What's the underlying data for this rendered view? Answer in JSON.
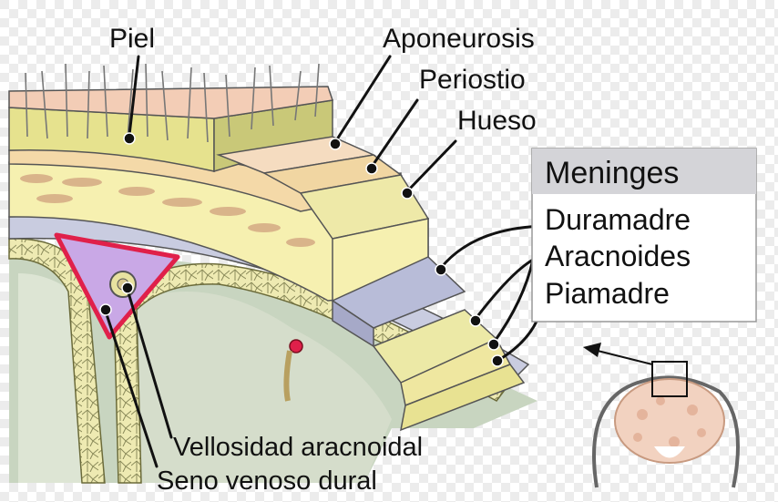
{
  "labels": {
    "skin": "Piel",
    "aponeurosis": "Aponeurosis",
    "periosteum": "Periostio",
    "bone": "Hueso",
    "villi": "Vellosidad aracnoidal",
    "sinus": "Seno venoso dural"
  },
  "meninges_box": {
    "title": "Meninges",
    "items": [
      "Duramadre",
      "Aracnoides",
      "Piamadre"
    ]
  },
  "colors": {
    "skin_top": "#f3cdb6",
    "skin_tissue": "#e6e28e",
    "bone": "#f6f0b0",
    "bone_spots": "#d9b48a",
    "dura": "#c9cce0",
    "arachnoid": "#ece9a6",
    "pia": "#efe7a0",
    "brain": "#c8d5c0",
    "sinus_fill": "#c9a8e6",
    "sinus_stroke": "#e0204a",
    "box_header": "#d4d4d8"
  }
}
